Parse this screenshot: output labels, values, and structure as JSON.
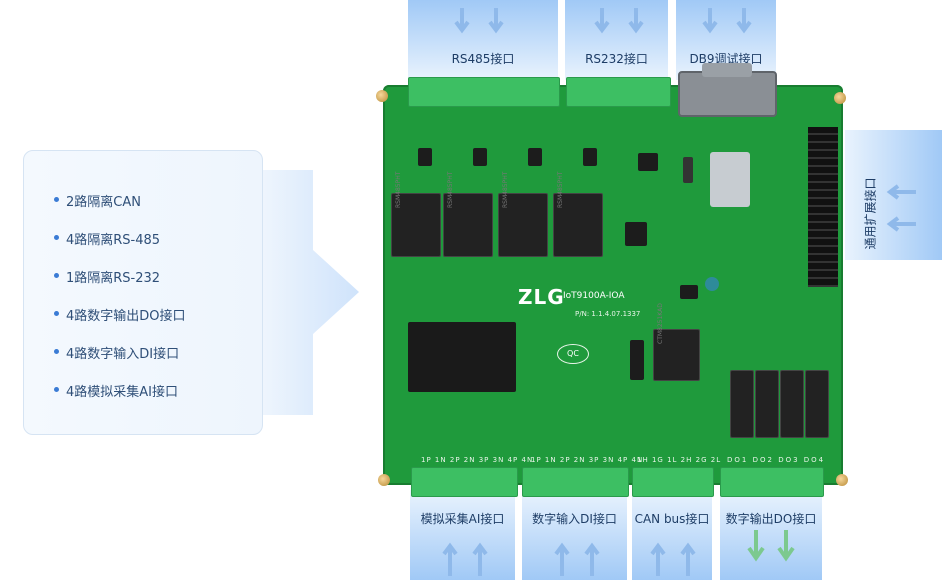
{
  "features": [
    "2路隔离CAN",
    "4路隔离RS-485",
    "1路隔离RS-232",
    "4路数字输出DO接口",
    "4路数字输入DI接口",
    "4路模拟采集AI接口"
  ],
  "interfaces": {
    "top": [
      "RS485接口",
      "RS232接口",
      "DB9调试接口"
    ],
    "right": "通用扩展接口",
    "bottom": [
      "模拟采集AI接口",
      "数字输入DI接口",
      "CAN bus接口",
      "数字输出DO接口"
    ]
  },
  "board": {
    "logo": "ZLG",
    "model": "IoT9100A-IOA",
    "qc": "QC",
    "pn": "P/N: 1.1.4.07.1337",
    "chip_label": "RSM485PHT",
    "module_label": "CTM8251KAD",
    "bottom_pins_ai": [
      "1P",
      "1N",
      "2P",
      "2N",
      "3P",
      "3N",
      "4P",
      "4N"
    ],
    "bottom_pins_di": [
      "1P",
      "1N",
      "2P",
      "2N",
      "3P",
      "3N",
      "4P",
      "4N"
    ],
    "bottom_pins_can": [
      "1H",
      "1G",
      "1L",
      "2H",
      "2G",
      "2L"
    ],
    "bottom_pins_do": [
      "DO1",
      "DO2",
      "DO3",
      "DO4"
    ]
  },
  "colors": {
    "accent": "#3a7bd5",
    "arrow_in": "#8fb9ea",
    "arrow_out": "#7cc98f",
    "board": "#1f9a3c"
  }
}
